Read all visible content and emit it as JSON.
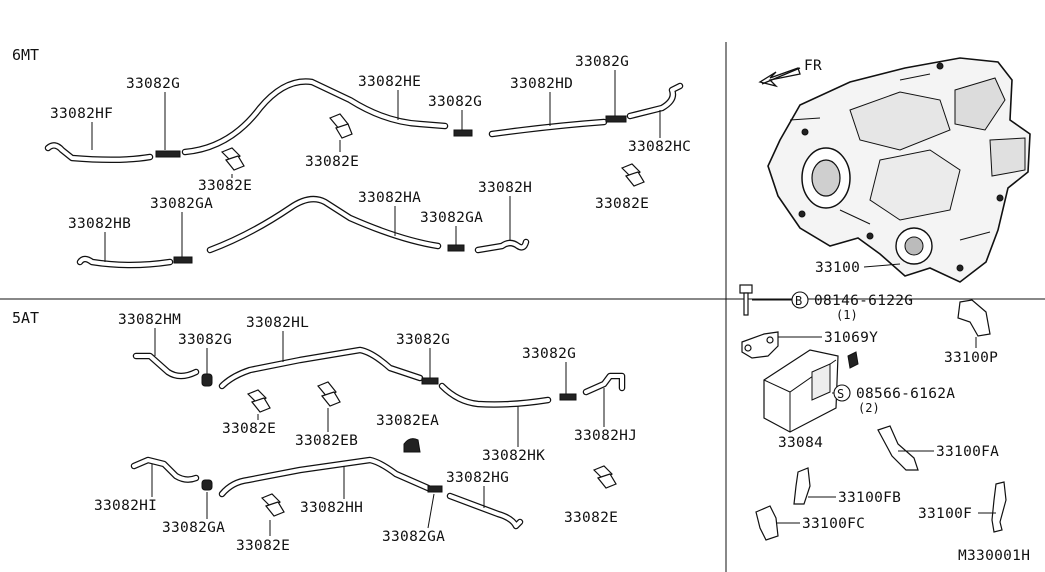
{
  "sections": {
    "mt": "6MT",
    "at": "5AT"
  },
  "labels": {
    "mt": {
      "hf": "33082HF",
      "g1": "33082G",
      "e1": "33082E",
      "he": "33082HE",
      "g2": "33082G",
      "e2": "33082E",
      "hd": "33082HD",
      "g3": "33082G",
      "hc": "33082HC",
      "e3": "33082E",
      "hb": "33082HB",
      "ga1": "33082GA",
      "ha": "33082HA",
      "ga2": "33082GA",
      "h": "33082H"
    },
    "at": {
      "hm": "33082HM",
      "g1": "33082G",
      "hl": "33082HL",
      "g2": "33082G",
      "g3": "33082G",
      "e1": "33082E",
      "eb": "33082EB",
      "ea": "33082EA",
      "hk": "33082HK",
      "hj": "33082HJ",
      "hi": "33082HI",
      "ga1": "33082GA",
      "e2": "33082E",
      "hh": "33082HH",
      "hg": "33082HG",
      "ga2": "33082GA",
      "e3": "33082E"
    },
    "right": {
      "fr": "FR",
      "transfer": "33100",
      "bolt": "08146-6122G",
      "bolt_qty": "(1)",
      "bolt_mark": "B",
      "bracket": "31069Y",
      "p": "33100P",
      "screw": "08566-6162A",
      "screw_qty": "(2)",
      "screw_mark": "S",
      "unit": "33084",
      "fa": "33100FA",
      "fb": "33100FB",
      "fc": "33100FC",
      "f": "33100F"
    },
    "code": "M330001H"
  }
}
